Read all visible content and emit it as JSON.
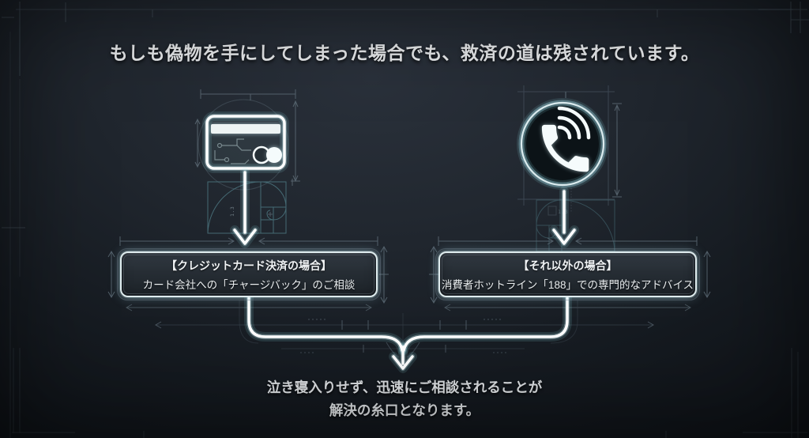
{
  "title": "もしも偽物を手にしてしまった場合でも、救済の道は残されています。",
  "branches": [
    {
      "icon": "credit-card-icon",
      "heading": "【クレジットカード決済の場合】",
      "body": "カード会社への「チャージバック」のご相談"
    },
    {
      "icon": "phone-icon",
      "heading": "【それ以外の場合】",
      "body": "消費者ホットライン「188」での専門的なアドバイス"
    }
  ],
  "conclusion": {
    "line1": "泣き寝入りせず、迅速にご相談されることが",
    "line2": "解決の糸口となります。"
  },
  "blueprint": {
    "spiral_label": "1.3"
  },
  "colors": {
    "background_top": "#2a313b",
    "background_bottom": "#0b0e12",
    "blueprint_line": "#46525d",
    "spiral_line": "#4c7680",
    "glow_accent": "#bdeef5",
    "wire_white": "#ffffff",
    "box_border": "#dfecee",
    "text_primary": "#e8ebed"
  }
}
